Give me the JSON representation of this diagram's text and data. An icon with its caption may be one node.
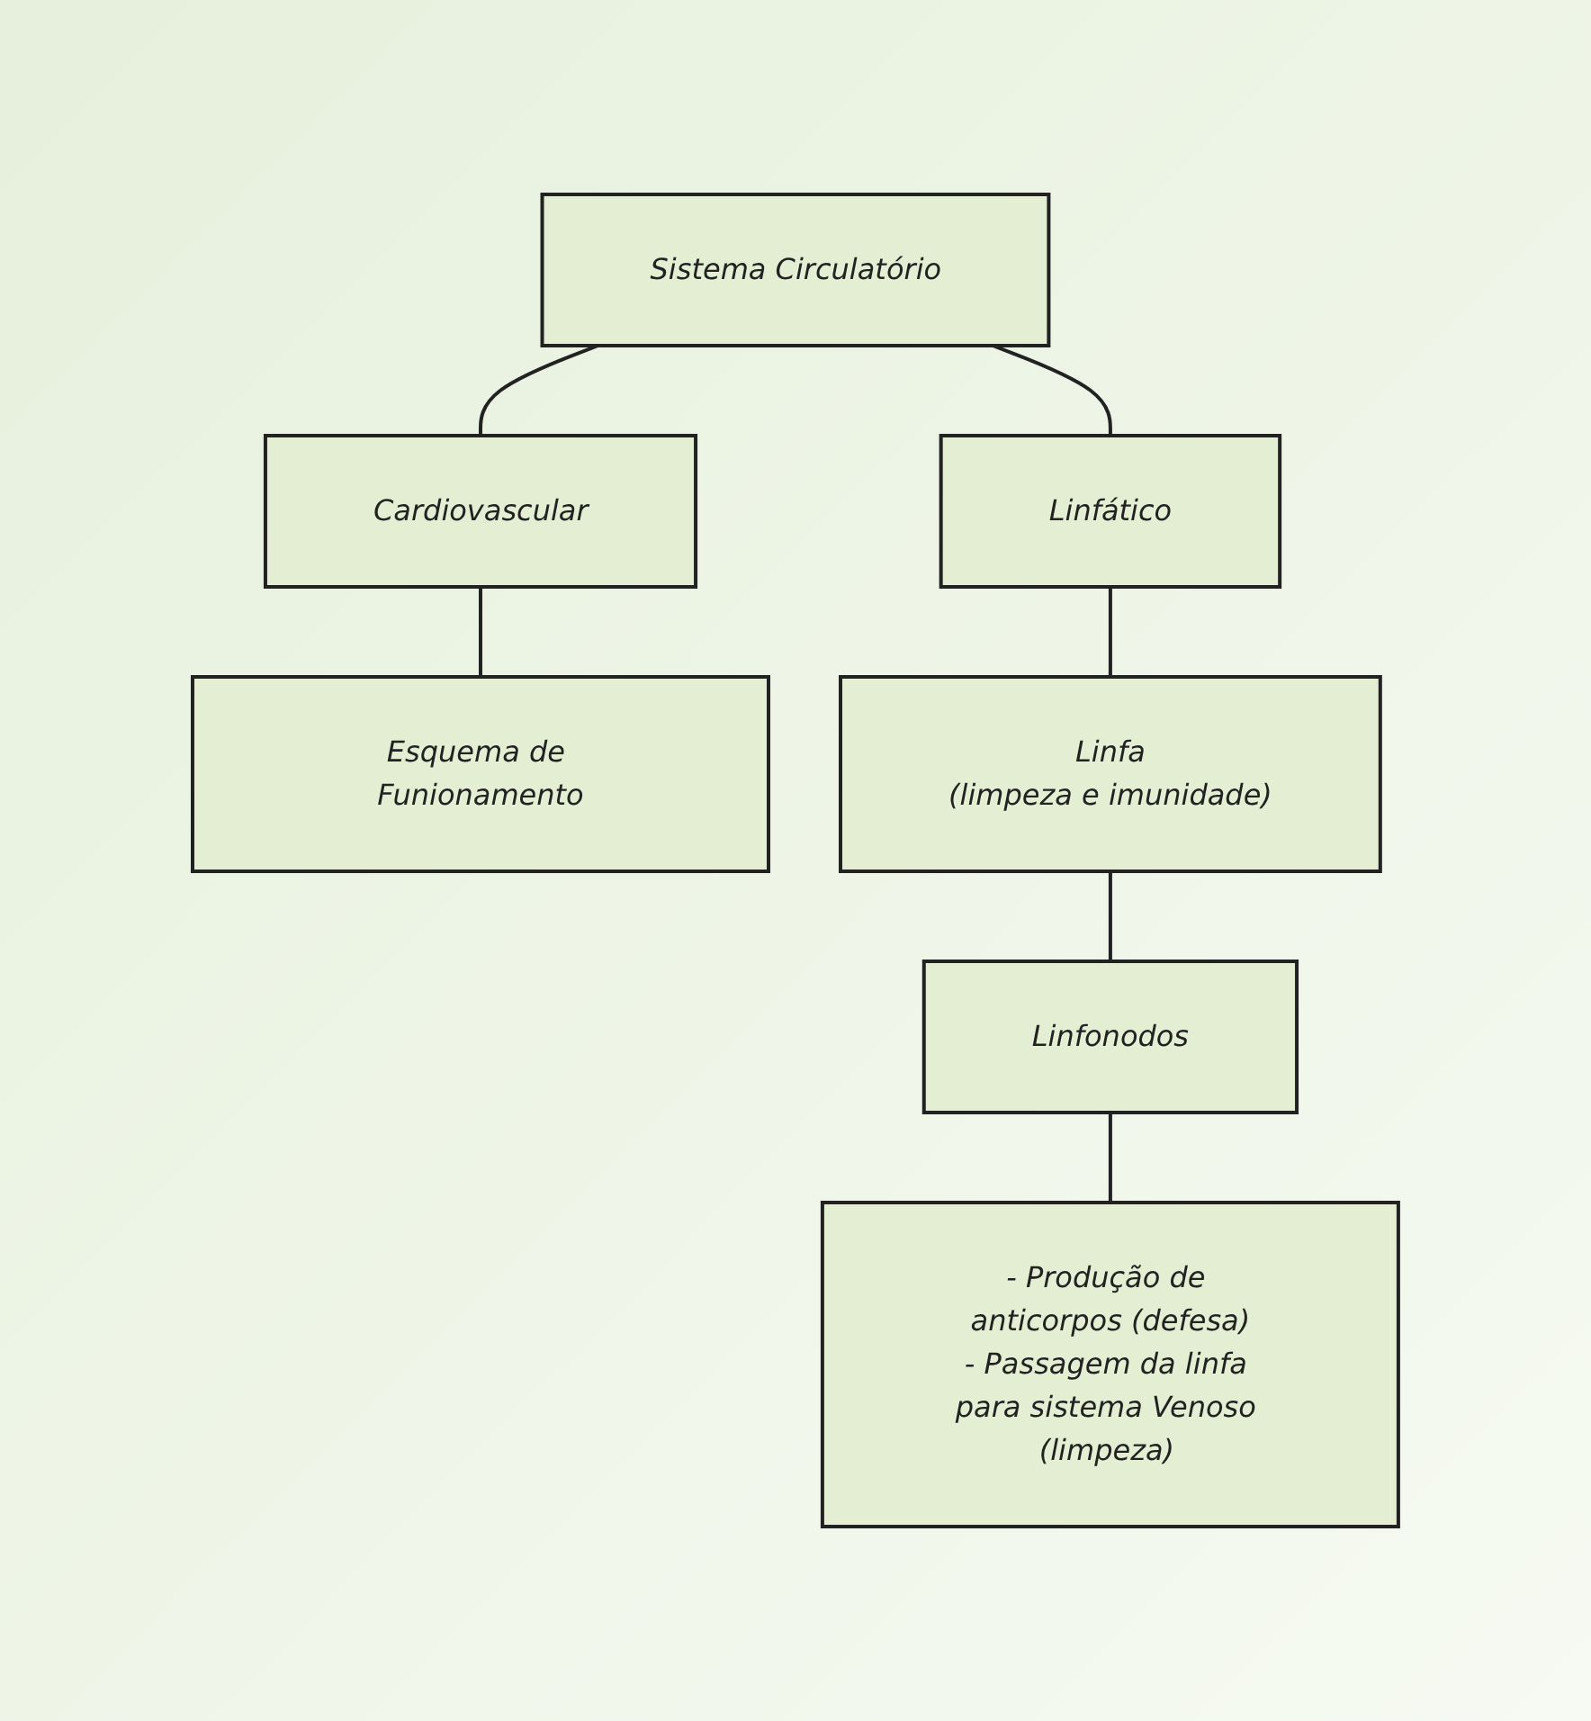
{
  "diagram": {
    "nodes": [
      {
        "text": [
          "Sistema Circulatório"
        ]
      },
      {
        "text": [
          "Cardiovascular"
        ]
      },
      {
        "text": [
          "Linfático"
        ]
      },
      {
        "text": [
          "Esquema de Funionamento"
        ]
      },
      {
        "text": [
          "Linfa",
          "(limpeza e imunidade)"
        ]
      },
      {
        "text": [
          "Linfonodos"
        ]
      },
      {
        "text": [
          "- Produção de anticorpos (defesa)",
          "- Passagem da linfa para sistema Venoso (limpeza)"
        ]
      }
    ],
    "edges": [
      {
        "from": 0,
        "to": 1,
        "arrow": "none"
      },
      {
        "from": 0,
        "to": 2,
        "arrow": "none"
      },
      {
        "from": 1,
        "to": 3,
        "arrow": "none"
      },
      {
        "from": 2,
        "to": 4,
        "arrow": "none"
      },
      {
        "from": 4,
        "to": 5,
        "arrow": "none"
      },
      {
        "from": 5,
        "to": 6,
        "arrow": "none"
      }
    ]
  }
}
